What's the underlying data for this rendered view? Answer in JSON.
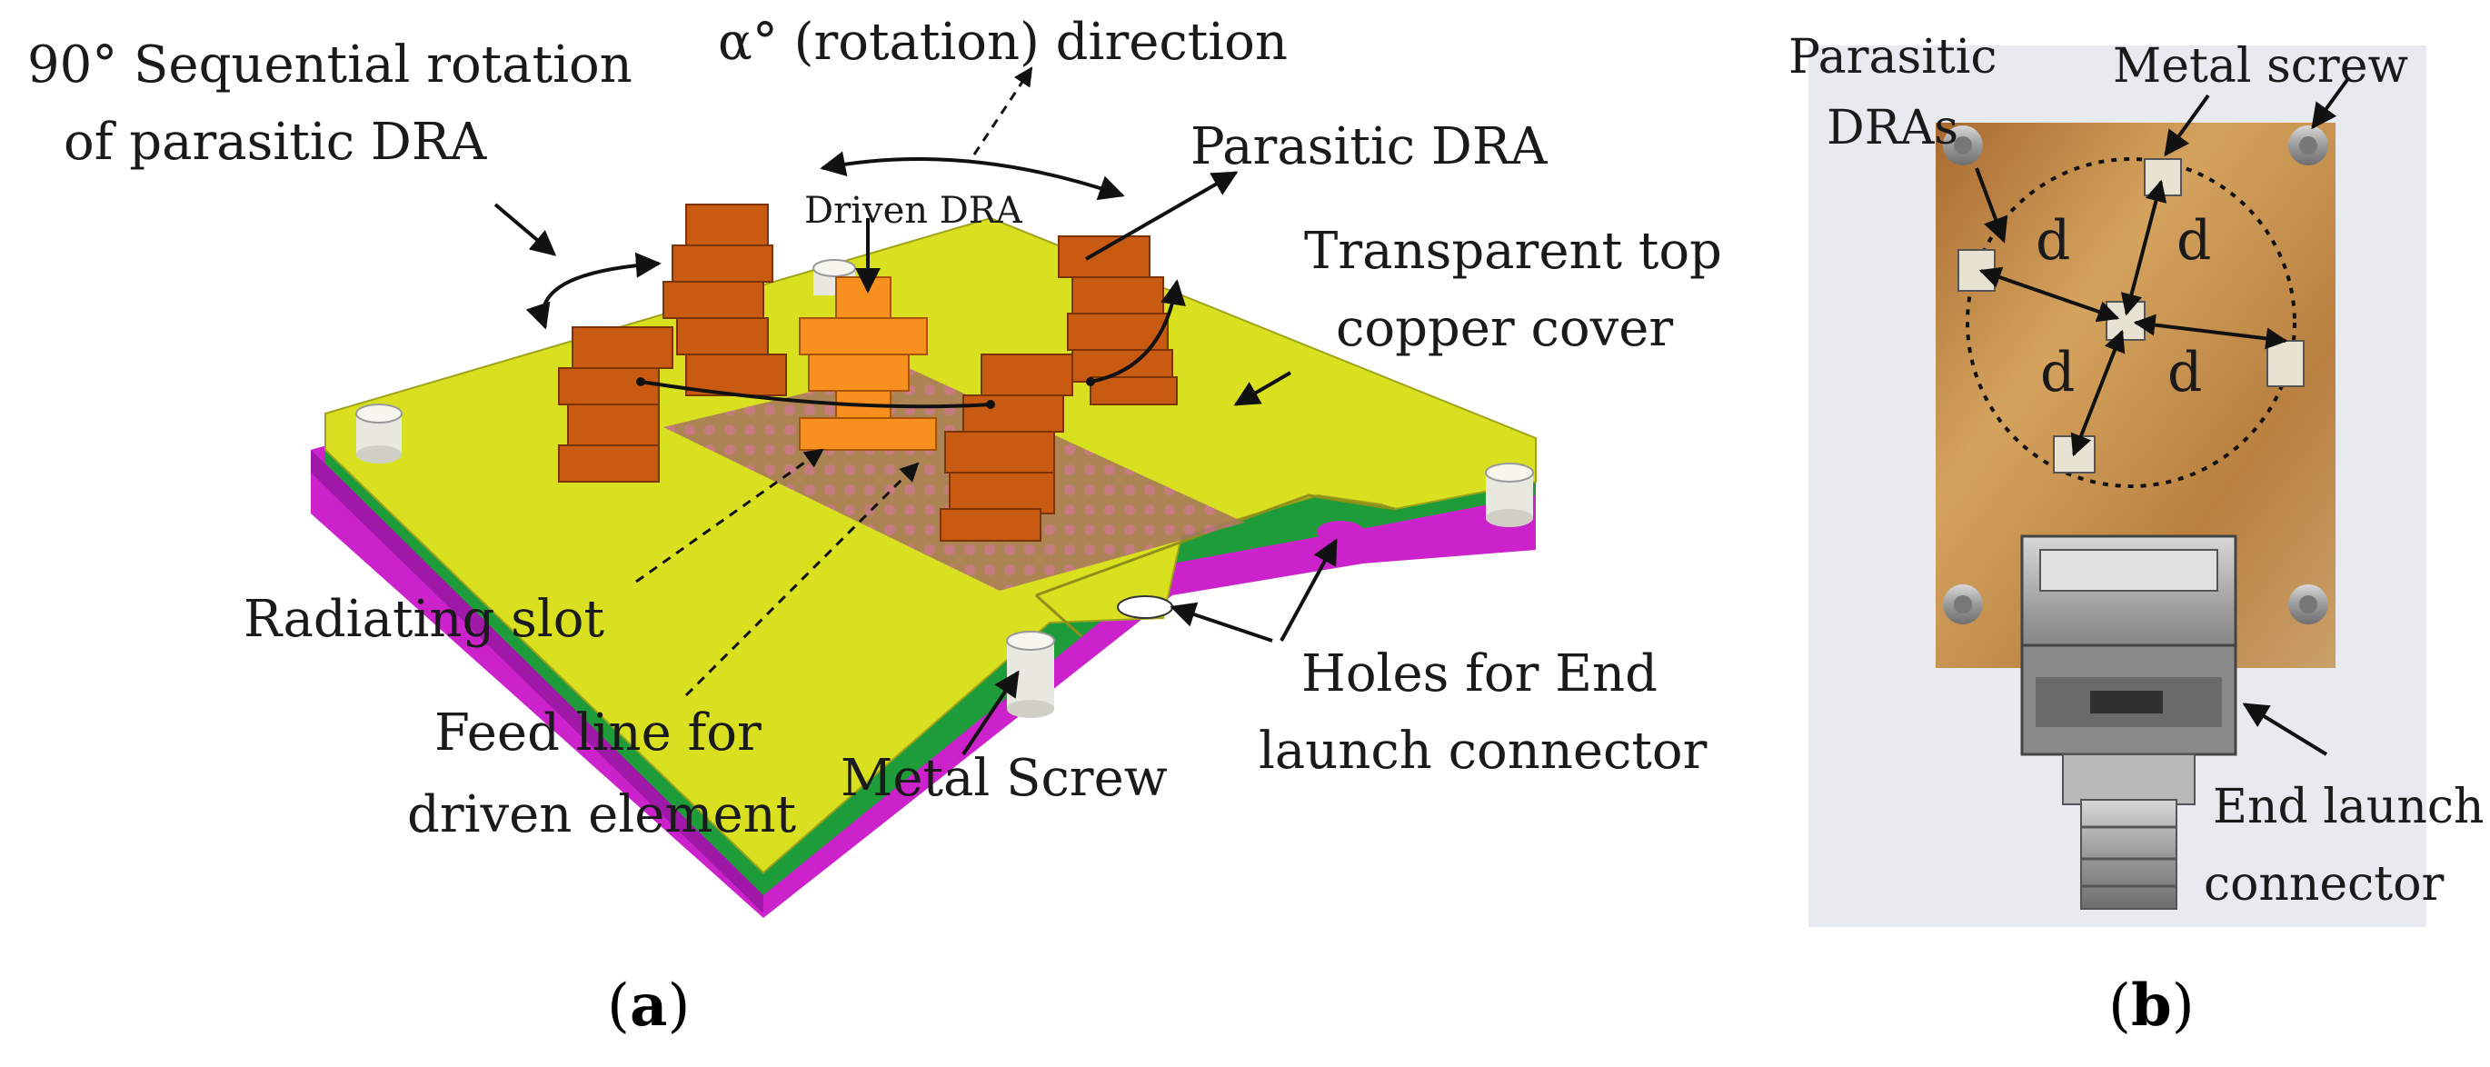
{
  "panel_a": {
    "labels": {
      "sequential_line1": "90° Sequential rotation",
      "sequential_line2": "of parasitic DRA",
      "rotation_direction": "α° (rotation) direction",
      "driven_dra": "Driven DRA",
      "parasitic_dra": "Parasitic DRA",
      "top_cover_line1": "Transparent top",
      "top_cover_line2": "copper cover",
      "radiating_slot": "Radiating slot",
      "feed_line_line1": "Feed line for",
      "feed_line_line2": "driven element",
      "metal_screw": "Metal Screw",
      "holes_line1": "Holes for End",
      "holes_line2": "launch connector"
    },
    "caption_open": "(",
    "caption_letter": "a",
    "caption_close": ")"
  },
  "panel_b": {
    "labels": {
      "parasitic_line1": "Parasitic",
      "parasitic_line2": "DRAs",
      "metal_screw": "Metal screw",
      "d1": "d",
      "d2": "d",
      "d3": "d",
      "d4": "d",
      "end_launch_line1": "End launch",
      "end_launch_line2": "connector"
    },
    "caption_open": "(",
    "caption_letter": "b",
    "caption_close": ")"
  },
  "colors": {
    "board_top": "#d9e020",
    "board_edge": "#f0f060",
    "substrate_mid": "#1e9c3a",
    "ground_plane": "#cc22cc",
    "dra_orange_dark": "#c85a12",
    "dra_orange_driven": "#f7901e",
    "photo_brass": "#c08a4a",
    "photo_background": "#e7ebef"
  }
}
